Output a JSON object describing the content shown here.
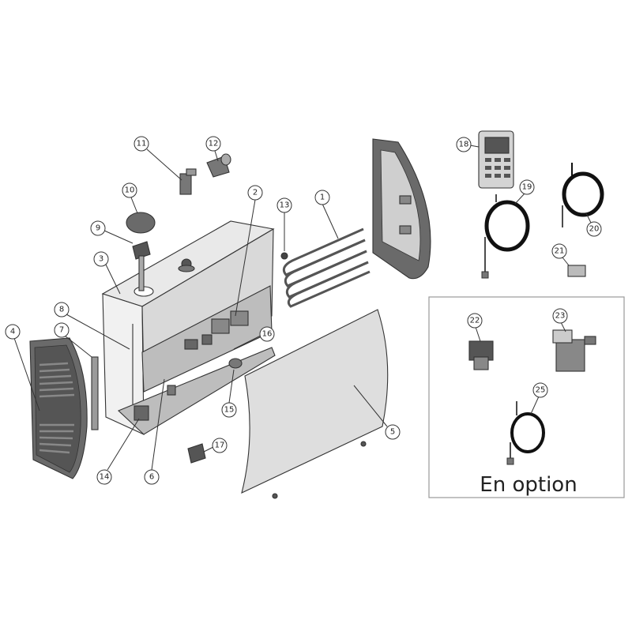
{
  "colors": {
    "line": "#333333",
    "part_fill": "#e6e6e6",
    "part_dark": "#5a5a5a",
    "panel": "#dcdcdc",
    "background": "#ffffff"
  },
  "option_box": {
    "label": "En option"
  },
  "callouts": [
    {
      "id": "1",
      "label": "1"
    },
    {
      "id": "2",
      "label": "2"
    },
    {
      "id": "3",
      "label": "3"
    },
    {
      "id": "4",
      "label": "4"
    },
    {
      "id": "5",
      "label": "5"
    },
    {
      "id": "6",
      "label": "6"
    },
    {
      "id": "7",
      "label": "7"
    },
    {
      "id": "8",
      "label": "8"
    },
    {
      "id": "9",
      "label": "9"
    },
    {
      "id": "10",
      "label": "10"
    },
    {
      "id": "11",
      "label": "11"
    },
    {
      "id": "12",
      "label": "12"
    },
    {
      "id": "13",
      "label": "13"
    },
    {
      "id": "14",
      "label": "14"
    },
    {
      "id": "15",
      "label": "15"
    },
    {
      "id": "16",
      "label": "16"
    },
    {
      "id": "17",
      "label": "17"
    },
    {
      "id": "18",
      "label": "18"
    },
    {
      "id": "19",
      "label": "19"
    },
    {
      "id": "20",
      "label": "20"
    },
    {
      "id": "21",
      "label": "21"
    },
    {
      "id": "22",
      "label": "22"
    },
    {
      "id": "23",
      "label": "23"
    },
    {
      "id": "25",
      "label": "25"
    }
  ]
}
